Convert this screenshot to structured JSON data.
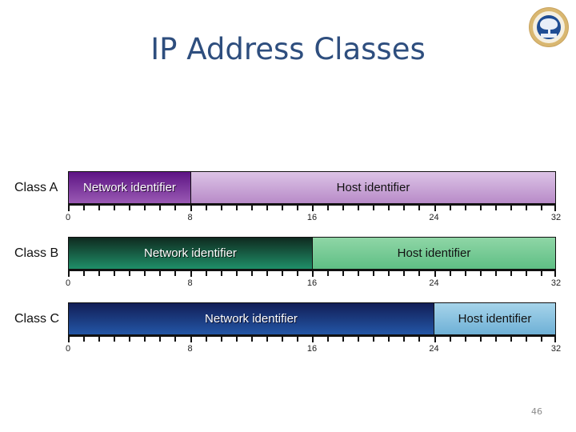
{
  "slide": {
    "title": "IP Address Classes",
    "page_number": "46",
    "logo": "university-seal-icon"
  },
  "diagram": {
    "total_bits": 32,
    "tick_labels": [
      "0",
      "8",
      "16",
      "24",
      "32"
    ],
    "classes": [
      {
        "label": "Class A",
        "network_bits": 8,
        "network_label": "Network identifier",
        "host_label": "Host identifier",
        "network_color": "#7a3a9e",
        "host_color": "#c9a4d6"
      },
      {
        "label": "Class B",
        "network_bits": 16,
        "network_label": "Network identifier",
        "host_label": "Host identifier",
        "network_color": "#1a5c45",
        "host_color": "#77cb95"
      },
      {
        "label": "Class C",
        "network_bits": 24,
        "network_label": "Network identifier",
        "host_label": "Host identifier",
        "network_color": "#1b3a80",
        "host_color": "#8ac2e0"
      }
    ]
  }
}
